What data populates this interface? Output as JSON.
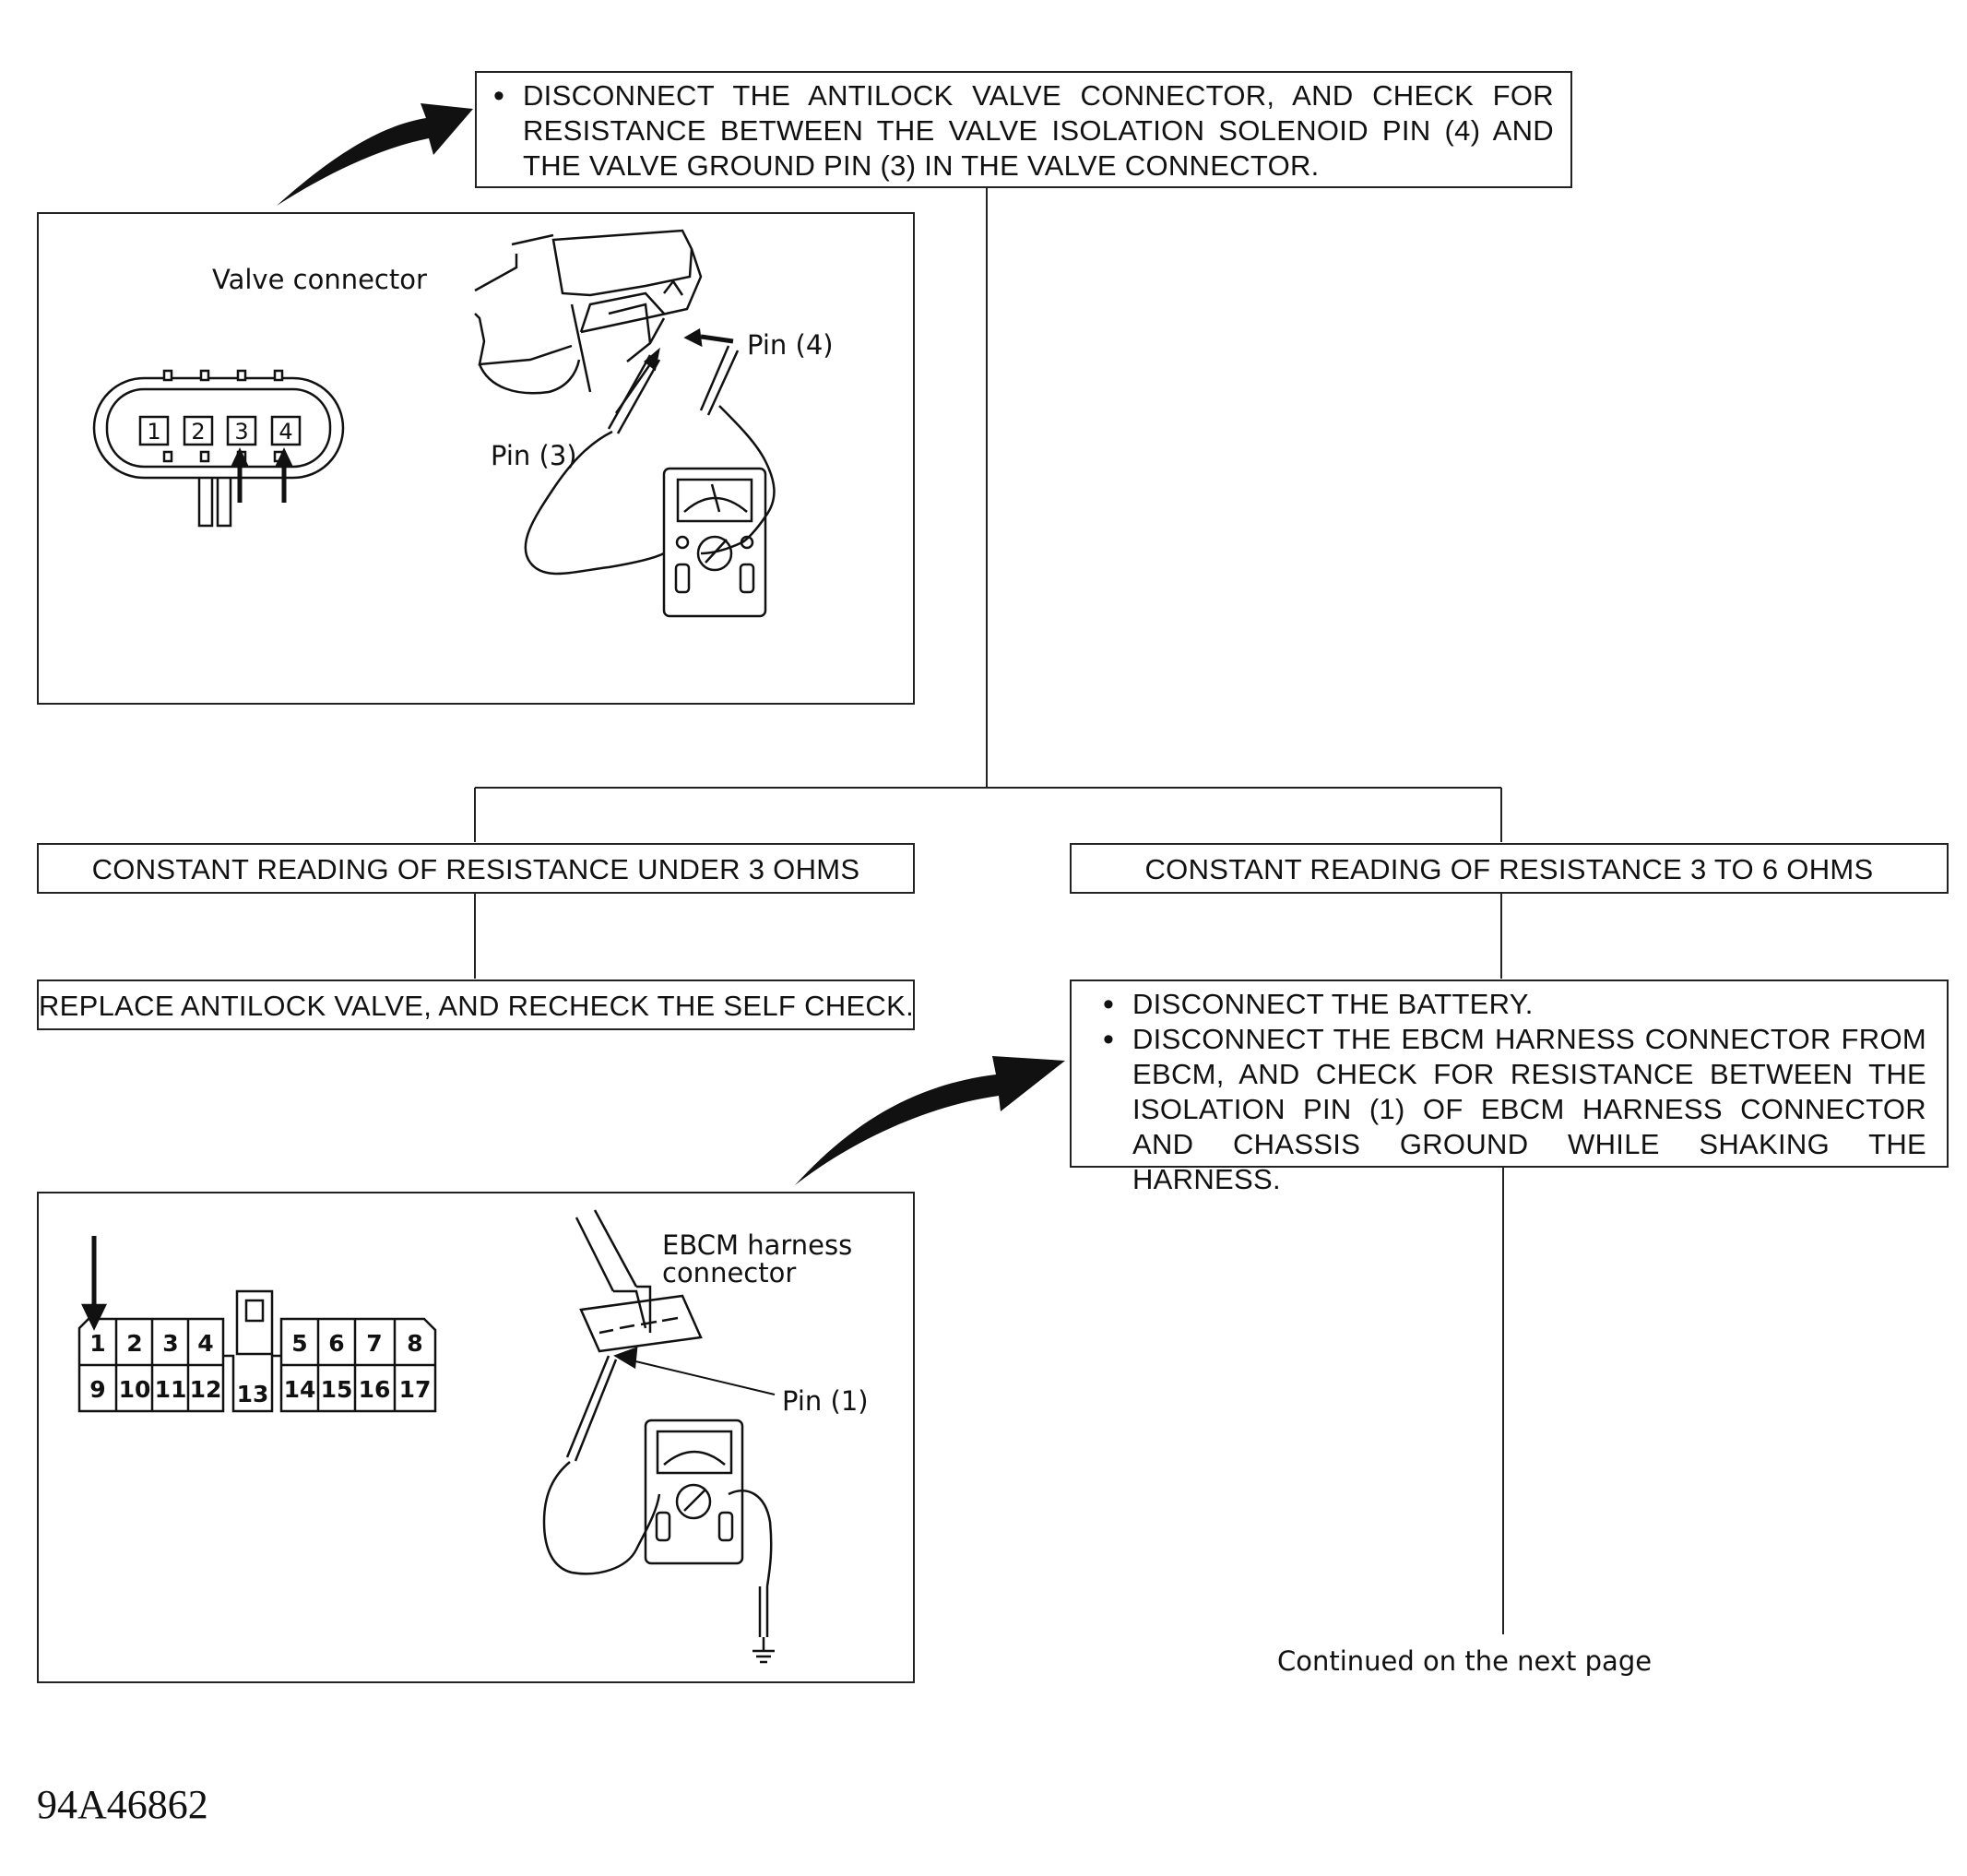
{
  "step1": {
    "lines": [
      "DISCONNECT THE ANTILOCK VALVE CONNECTOR, AND CHECK FOR RESISTANCE BETWEEN THE VALVE ISOLATION SOLENOID PIN (4) AND THE VALVE GROUND PIN (3) IN THE VALVE CONNECTOR."
    ]
  },
  "figure1": {
    "title": "Valve connector",
    "pin_labels": [
      "1",
      "2",
      "3",
      "4"
    ],
    "callout_pin4": "Pin (4)",
    "callout_pin3": "Pin (3)"
  },
  "branch_left": {
    "result": "CONSTANT READING OF RESISTANCE UNDER 3 OHMS",
    "action": "REPLACE ANTILOCK VALVE, AND RECHECK THE SELF CHECK."
  },
  "branch_right": {
    "result": "CONSTANT READING OF RESISTANCE 3 TO 6 OHMS",
    "steps": [
      "DISCONNECT THE BATTERY.",
      "DISCONNECT THE EBCM HARNESS CONNECTOR FROM EBCM, AND CHECK FOR RESISTANCE BETWEEN THE ISOLATION PIN (1) OF EBCM HARNESS CONNECTOR AND CHASSIS GROUND WHILE SHAKING THE HARNESS."
    ]
  },
  "figure2": {
    "title": "EBCM harness connector",
    "title_line1": "EBCM harness",
    "title_line2": "connector",
    "callout_pin1": "Pin (1)",
    "pins_top_left": [
      "1",
      "2",
      "3",
      "4"
    ],
    "pins_top_right": [
      "5",
      "6",
      "7",
      "8"
    ],
    "pins_bottom_left": [
      "9",
      "10",
      "11",
      "12"
    ],
    "pin_middle": "13",
    "pins_bottom_right": [
      "14",
      "15",
      "16",
      "17"
    ]
  },
  "footer": {
    "continued": "Continued on the next page",
    "figure_id": "94A46862"
  }
}
